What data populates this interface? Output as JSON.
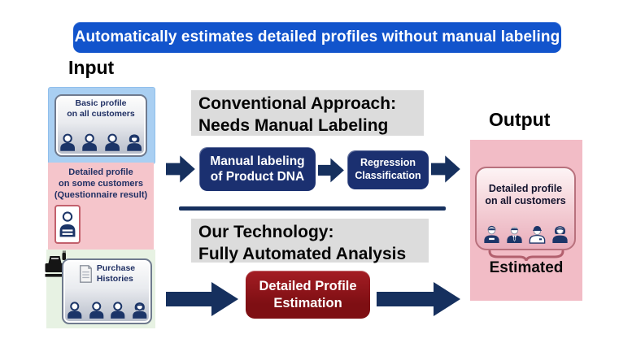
{
  "banner": {
    "text": "Automatically estimates detailed profiles without manual labeling"
  },
  "input": {
    "heading": "Input",
    "basic_profile": {
      "label": "Basic profile\non all customers"
    },
    "detailed_profile": {
      "label": "Detailed profile\non some customers\n(Questionnaire result)"
    },
    "purchase_histories": {
      "label": "Purchase\nHistories"
    }
  },
  "conventional": {
    "heading": "Conventional Approach:\nNeeds Manual Labeling",
    "step1_label": "Manual labeling\nof Product DNA",
    "step2_label": "Regression\nClassification"
  },
  "our_technology": {
    "heading": "Our Technology:\nFully Automated Analysis",
    "step_label": "Detailed Profile\nEstimation"
  },
  "output": {
    "heading": "Output",
    "box_label": "Detailed profile\non all customers",
    "estimated_label": "Estimated"
  },
  "icons": {
    "person": "person-icon",
    "female_person": "female-person-icon",
    "questionnaire_card": "questionnaire-person-card-icon",
    "receipt": "receipt-icon",
    "cash_register": "cash-register-icon",
    "arrow_right": "arrow-right-icon",
    "curly_brace": "curly-brace-icon"
  },
  "colors": {
    "banner_blue": "#1254cc",
    "step_navy": "#1b3070",
    "arrow_navy": "#16305e",
    "estimation_red": "#8a1115",
    "header_gray": "#dcdcdc",
    "input_blue_bg": "#a9cff2",
    "input_pink_bg": "#f5c5cb",
    "input_green_bg": "#e7f2e3",
    "output_pink_bg": "#f2bcc6",
    "label_navy": "#203064"
  }
}
